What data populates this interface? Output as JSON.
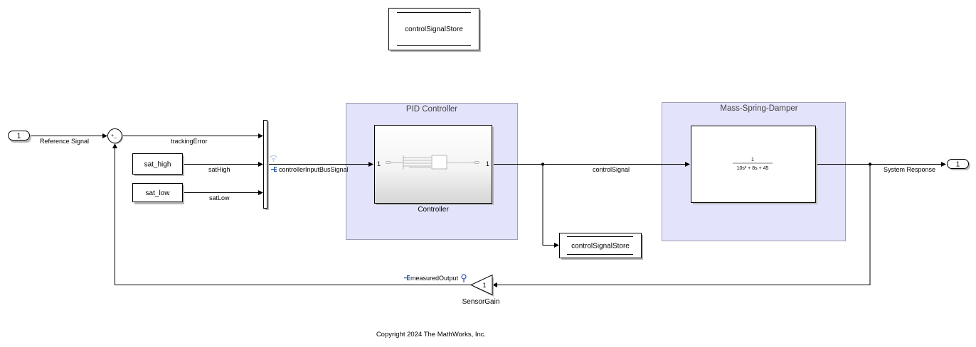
{
  "areas": {
    "pid_title": "PID Controller",
    "plant_title": "Mass-Spring-Damper"
  },
  "blocks": {
    "inport_number": "1",
    "outport_number": "1",
    "sum_signs": "+_",
    "sat_high": "sat_high",
    "sat_low": "sat_low",
    "controller_label": "Controller",
    "controller_in_port": "1",
    "controller_out_port": "1",
    "transfer_function": {
      "numerator": "1",
      "denominator": "10s² + 8s + 45"
    },
    "store_top": "controlSignalStore",
    "store_write": "controlSignalStore",
    "gain_value": "1",
    "gain_label": "SensorGain"
  },
  "signals": {
    "reference": "Reference Signal",
    "tracking_error": "trackingError",
    "sat_high": "satHigh",
    "sat_low": "satLow",
    "bus": "controllerInputBusSignal",
    "control": "controlSignal",
    "system_response": "System Response",
    "measured_output": "measuredOutput"
  },
  "footer": {
    "copyright": "Copyright 2024 The MathWorks, Inc."
  }
}
